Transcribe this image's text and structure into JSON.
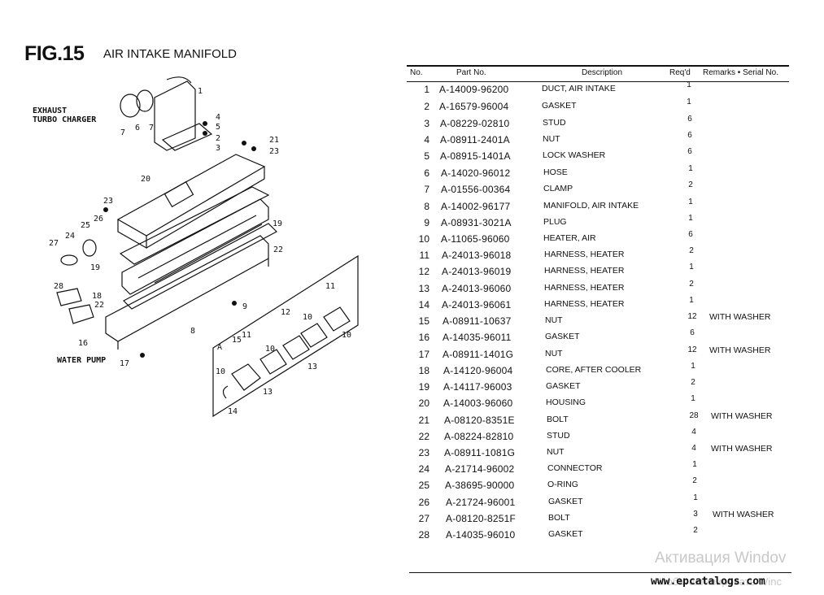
{
  "figure": {
    "number": "FIG.15",
    "title": "AIR INTAKE MANIFOLD"
  },
  "diagram": {
    "exhaust_label": "EXHAUST",
    "turbo_label": "TURBO CHARGER",
    "water_pump_label": "WATER PUMP",
    "inset_label": "A",
    "callouts": [
      "1",
      "2",
      "3",
      "4",
      "5",
      "6",
      "7",
      "7",
      "8",
      "9",
      "10",
      "10",
      "10",
      "10",
      "11",
      "11",
      "12",
      "13",
      "13",
      "14",
      "15",
      "16",
      "17",
      "18",
      "19",
      "19",
      "20",
      "21",
      "22",
      "22",
      "23",
      "23",
      "24",
      "25",
      "26",
      "27",
      "28"
    ]
  },
  "table": {
    "headers": {
      "no": "No.",
      "part": "Part No.",
      "desc": "Description",
      "req": "Req'd",
      "remarks": "Remarks • Serial No."
    },
    "rows": [
      {
        "no": "1",
        "part": "A-14009-96200",
        "desc": "DUCT, AIR INTAKE",
        "req": "1",
        "remarks": ""
      },
      {
        "no": "2",
        "part": "A-16579-96004",
        "desc": "GASKET",
        "req": "1",
        "remarks": ""
      },
      {
        "no": "3",
        "part": "A-08229-02810",
        "desc": "STUD",
        "req": "6",
        "remarks": ""
      },
      {
        "no": "4",
        "part": "A-08911-2401A",
        "desc": "NUT",
        "req": "6",
        "remarks": ""
      },
      {
        "no": "5",
        "part": "A-08915-1401A",
        "desc": "LOCK WASHER",
        "req": "6",
        "remarks": ""
      },
      {
        "no": "6",
        "part": "A-14020-96012",
        "desc": "HOSE",
        "req": "1",
        "remarks": ""
      },
      {
        "no": "7",
        "part": "A-01556-00364",
        "desc": "CLAMP",
        "req": "2",
        "remarks": ""
      },
      {
        "no": "8",
        "part": "A-14002-96177",
        "desc": "MANIFOLD, AIR INTAKE",
        "req": "1",
        "remarks": ""
      },
      {
        "no": "9",
        "part": "A-08931-3021A",
        "desc": "PLUG",
        "req": "1",
        "remarks": ""
      },
      {
        "no": "10",
        "part": "A-11065-96060",
        "desc": "HEATER, AIR",
        "req": "6",
        "remarks": ""
      },
      {
        "no": "11",
        "part": "A-24013-96018",
        "desc": "HARNESS, HEATER",
        "req": "2",
        "remarks": ""
      },
      {
        "no": "12",
        "part": "A-24013-96019",
        "desc": "HARNESS, HEATER",
        "req": "1",
        "remarks": ""
      },
      {
        "no": "13",
        "part": "A-24013-96060",
        "desc": "HARNESS, HEATER",
        "req": "2",
        "remarks": ""
      },
      {
        "no": "14",
        "part": "A-24013-96061",
        "desc": "HARNESS, HEATER",
        "req": "1",
        "remarks": ""
      },
      {
        "no": "15",
        "part": "A-08911-10637",
        "desc": "NUT",
        "req": "12",
        "remarks": "WITH WASHER"
      },
      {
        "no": "16",
        "part": "A-14035-96011",
        "desc": "GASKET",
        "req": "6",
        "remarks": ""
      },
      {
        "no": "17",
        "part": "A-08911-1401G",
        "desc": "NUT",
        "req": "12",
        "remarks": "WITH WASHER"
      },
      {
        "no": "18",
        "part": "A-14120-96004",
        "desc": "CORE, AFTER COOLER",
        "req": "1",
        "remarks": ""
      },
      {
        "no": "19",
        "part": "A-14117-96003",
        "desc": "GASKET",
        "req": "2",
        "remarks": ""
      },
      {
        "no": "20",
        "part": "A-14003-96060",
        "desc": "HOUSING",
        "req": "1",
        "remarks": ""
      },
      {
        "no": "21",
        "part": "A-08120-8351E",
        "desc": "BOLT",
        "req": "28",
        "remarks": "WITH WASHER"
      },
      {
        "no": "22",
        "part": "A-08224-82810",
        "desc": "STUD",
        "req": "4",
        "remarks": ""
      },
      {
        "no": "23",
        "part": "A-08911-1081G",
        "desc": "NUT",
        "req": "4",
        "remarks": "WITH WASHER"
      },
      {
        "no": "24",
        "part": "A-21714-96002",
        "desc": "CONNECTOR",
        "req": "1",
        "remarks": ""
      },
      {
        "no": "25",
        "part": "A-38695-90000",
        "desc": "O-RING",
        "req": "2",
        "remarks": ""
      },
      {
        "no": "26",
        "part": "A-21724-96001",
        "desc": "GASKET",
        "req": "1",
        "remarks": ""
      },
      {
        "no": "27",
        "part": "A-08120-8251F",
        "desc": "BOLT",
        "req": "3",
        "remarks": "WITH WASHER"
      },
      {
        "no": "28",
        "part": "A-14035-96010",
        "desc": "GASKET",
        "req": "2",
        "remarks": ""
      }
    ]
  },
  "footer": {
    "site": "www.epcatalogs.com",
    "watermark_line1": "Активация Windov",
    "watermark_line2": "Чтобы активировать Winc"
  }
}
